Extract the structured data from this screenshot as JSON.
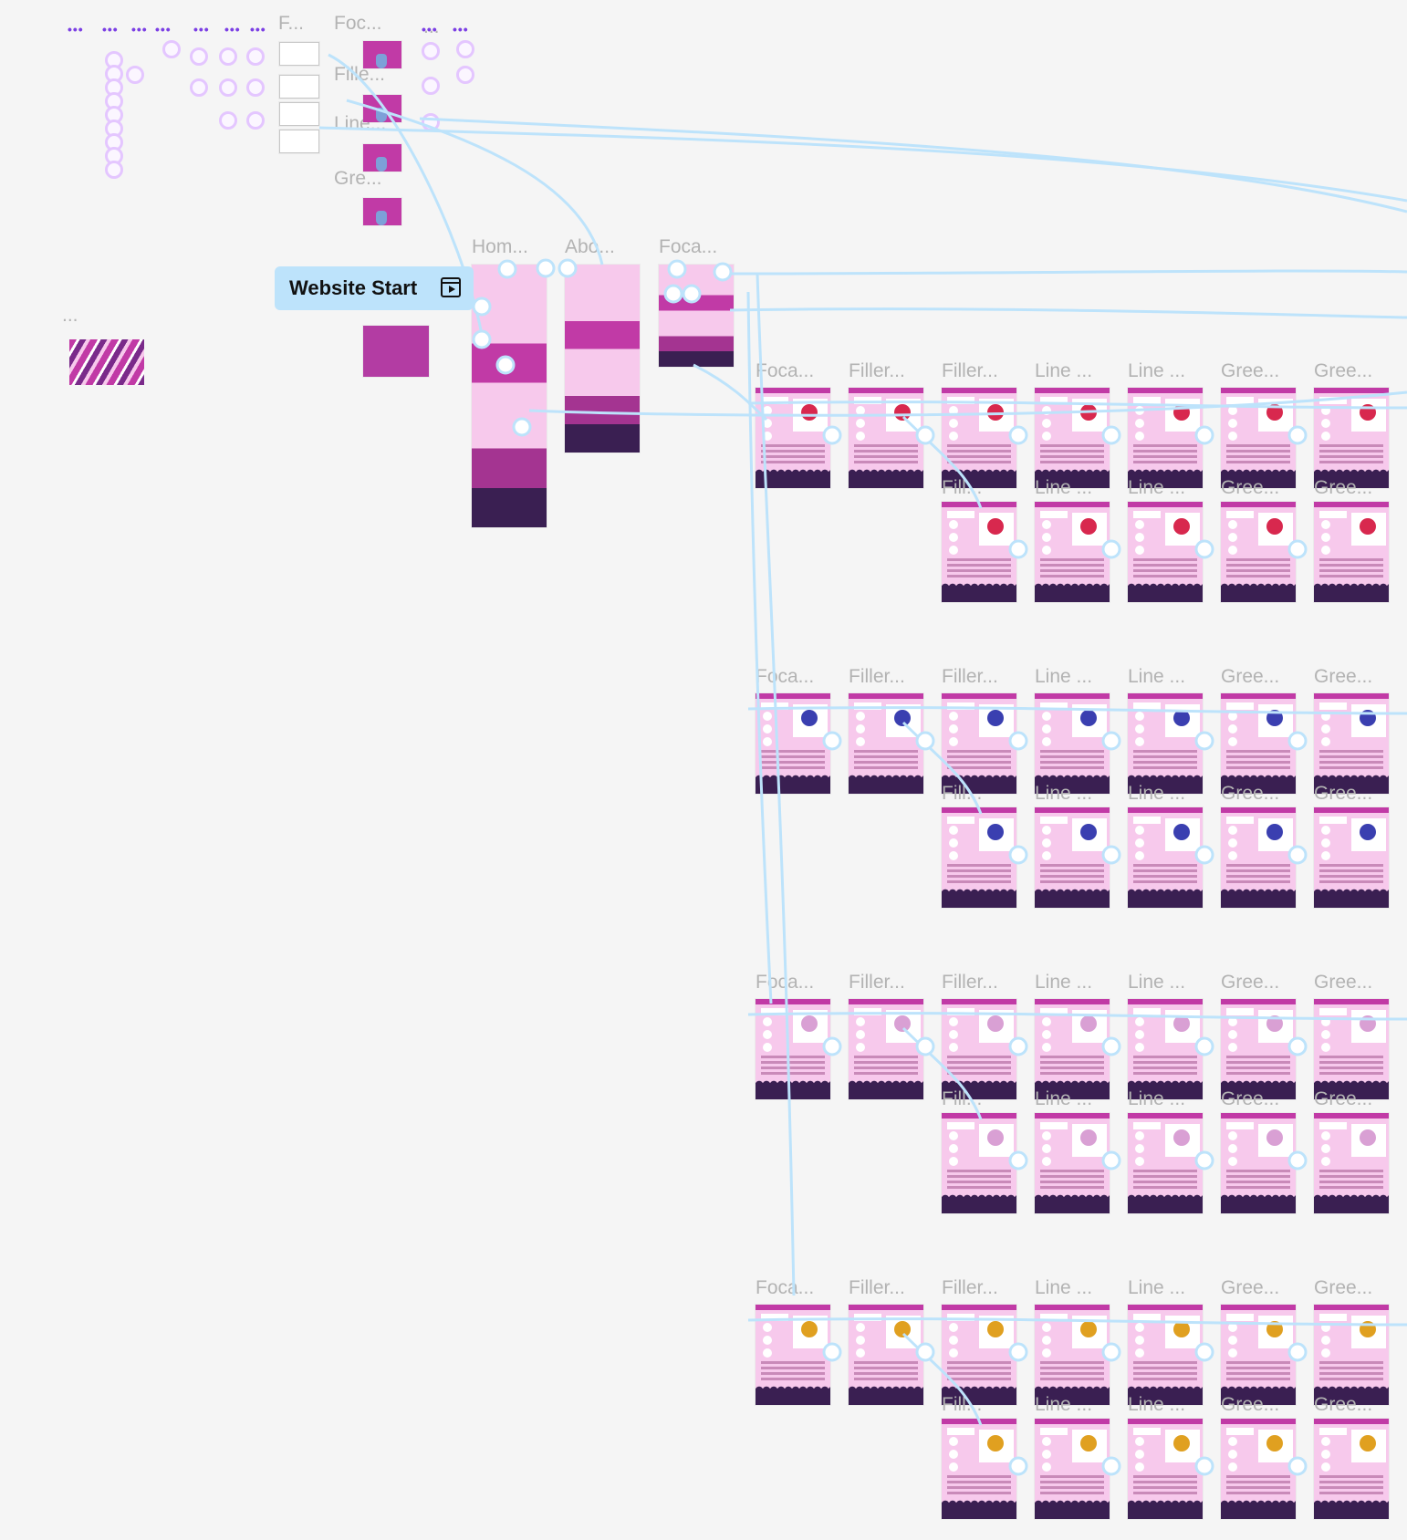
{
  "canvas": {
    "title": "Website Start",
    "start_tag_label": "Website Start",
    "colors": {
      "background": "#f5f5f5",
      "connector": "#bde3fb",
      "frame_pink": "#f7c9ec",
      "frame_magenta": "#c13aa6",
      "frame_footer": "#3a1f52",
      "ring_purple": "#e4c6ff"
    }
  },
  "top_labels": [
    {
      "id": "t1",
      "text": "F..."
    },
    {
      "id": "t2",
      "text": "Foc..."
    },
    {
      "id": "t3",
      "text": "Fille..."
    },
    {
      "id": "t4",
      "text": "Line..."
    },
    {
      "id": "t5",
      "text": "Gre..."
    },
    {
      "id": "t6",
      "text": "Hom..."
    },
    {
      "id": "t7",
      "text": "Abo..."
    },
    {
      "id": "t8",
      "text": "Foca..."
    },
    {
      "id": "t9",
      "text": "..."
    },
    {
      "id": "t10",
      "text": "..."
    }
  ],
  "row_labels": [
    "Foca...",
    "Filler...",
    "Filler...",
    "Line ...",
    "Line ...",
    "Gree...",
    "Gree..."
  ],
  "sub_row_labels": [
    "Fill...",
    "Line ...",
    "Line ...",
    "Gree...",
    "Gree..."
  ],
  "flower_rows": [
    {
      "bloom_color": "#d8284e"
    },
    {
      "bloom_color": "#3a3fb0"
    },
    {
      "bloom_color": "#d9a0d4"
    },
    {
      "bloom_color": "#e0a020"
    }
  ]
}
